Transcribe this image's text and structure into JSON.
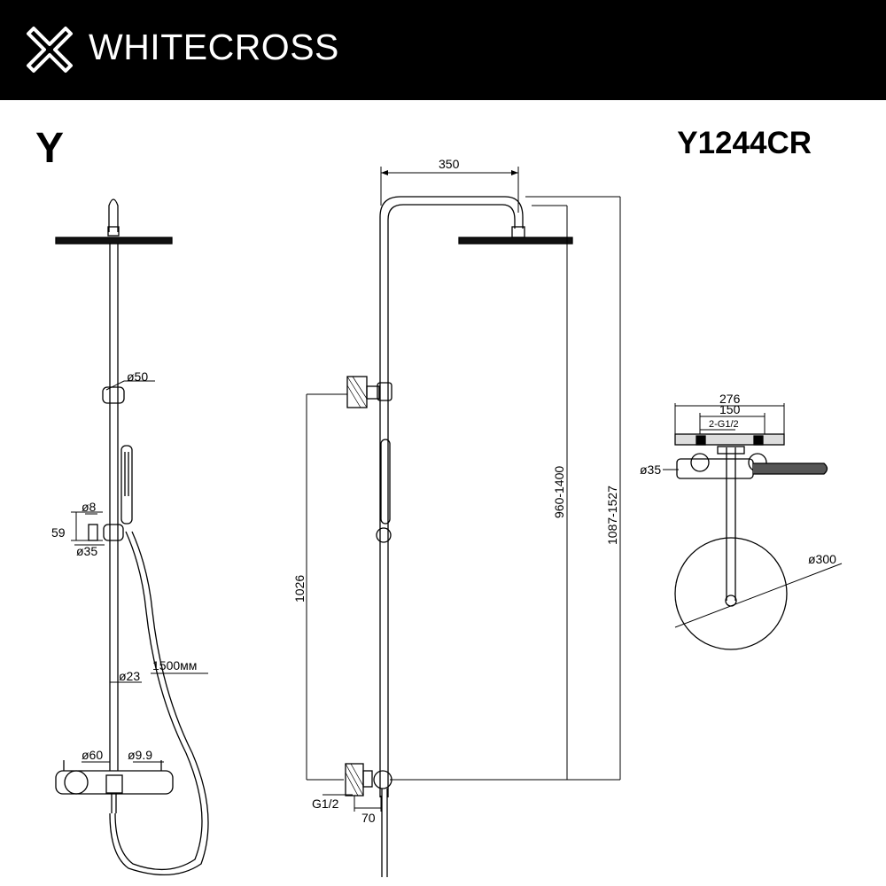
{
  "header": {
    "brand": "WHITECROSS",
    "logo_icon": "cross-logo-icon",
    "background": "#000000"
  },
  "series_letter": "Y",
  "model_code": "Y1244CR",
  "front_view": {
    "labels": {
      "holder_diameter": "ø50",
      "pin_diameter": "ø8",
      "height_59": "59",
      "bracket_diameter": "ø35",
      "rod_diameter": "ø23",
      "hose_length": "1500мм",
      "mixer_diameter": "ø60",
      "handle_diameter": "ø9.9"
    }
  },
  "side_view": {
    "labels": {
      "arm_length": "350",
      "height_1026": "1026",
      "height_range_1": "960-1400",
      "height_range_2": "1087-1527",
      "thread": "G1/2",
      "offset_70": "70"
    }
  },
  "top_view": {
    "labels": {
      "width_276": "276",
      "width_150": "150",
      "connections": "2-G1/2",
      "body_diameter": "ø35",
      "head_diameter": "ø300"
    }
  }
}
